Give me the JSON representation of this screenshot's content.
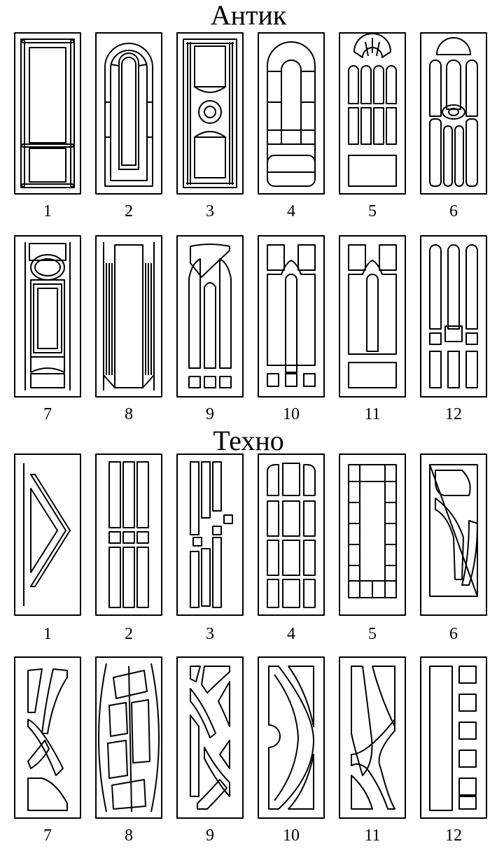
{
  "sections": [
    {
      "title": "Антик",
      "labels": [
        "1",
        "2",
        "3",
        "4",
        "5",
        "6",
        "7",
        "8",
        "9",
        "10",
        "11",
        "12"
      ]
    },
    {
      "title": "Техно",
      "labels": [
        "1",
        "2",
        "3",
        "4",
        "5",
        "6",
        "7",
        "8",
        "9",
        "10",
        "11",
        "12"
      ]
    }
  ]
}
